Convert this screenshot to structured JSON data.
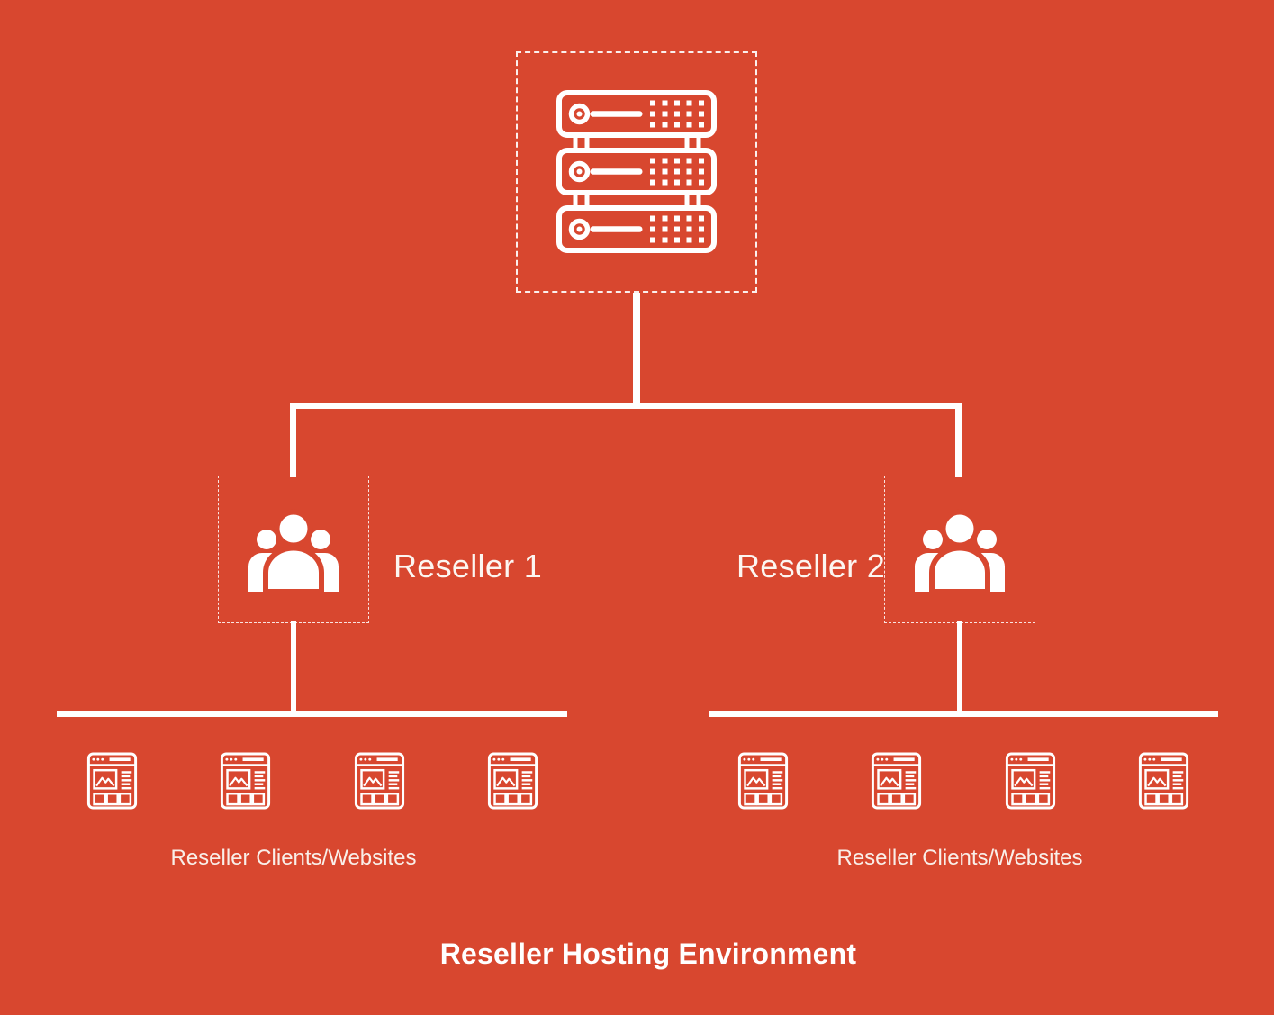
{
  "title": "Reseller Hosting Environment",
  "colors": {
    "background": "#D8472F",
    "lines_and_icons": "#FFFFFF"
  },
  "server": {
    "icon": "server-rack-icon"
  },
  "resellers": [
    {
      "label": "Reseller 1",
      "icon": "people-group-icon"
    },
    {
      "label": "Reseller 2",
      "icon": "people-group-icon"
    }
  ],
  "client_groups": [
    {
      "label": "Reseller Clients/Websites",
      "website_count": 4,
      "icon": "website-browser-icon"
    },
    {
      "label": "Reseller Clients/Websites",
      "website_count": 4,
      "icon": "website-browser-icon"
    }
  ]
}
